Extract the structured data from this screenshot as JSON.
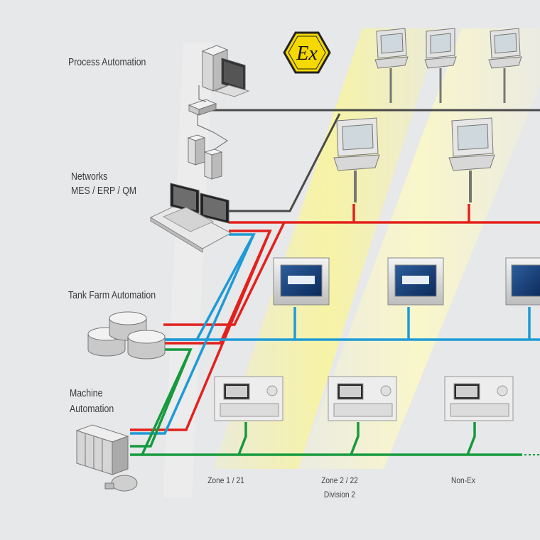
{
  "labels": {
    "process": "Process Automation",
    "networks_line1": "Networks",
    "networks_line2": "MES / ERP / QM",
    "tank": "Tank Farm Automation",
    "machine_line1": "Machine",
    "machine_line2": "Automation"
  },
  "zones": {
    "zone1": "Zone 1 / 21",
    "zone2": "Zone 2 / 22",
    "zone2_sub": "Division 2",
    "nonex": "Non-Ex"
  },
  "ex_symbol": "Ex",
  "colors": {
    "background": "#e7e8e9",
    "zone_yellow": "#f7f3a6",
    "ethernet_dark": "#4a4a4a",
    "red_bus": "#e2211c",
    "blue_bus": "#1e9ad6",
    "green_bus": "#159a3e",
    "ex_yellow": "#f4d800"
  }
}
